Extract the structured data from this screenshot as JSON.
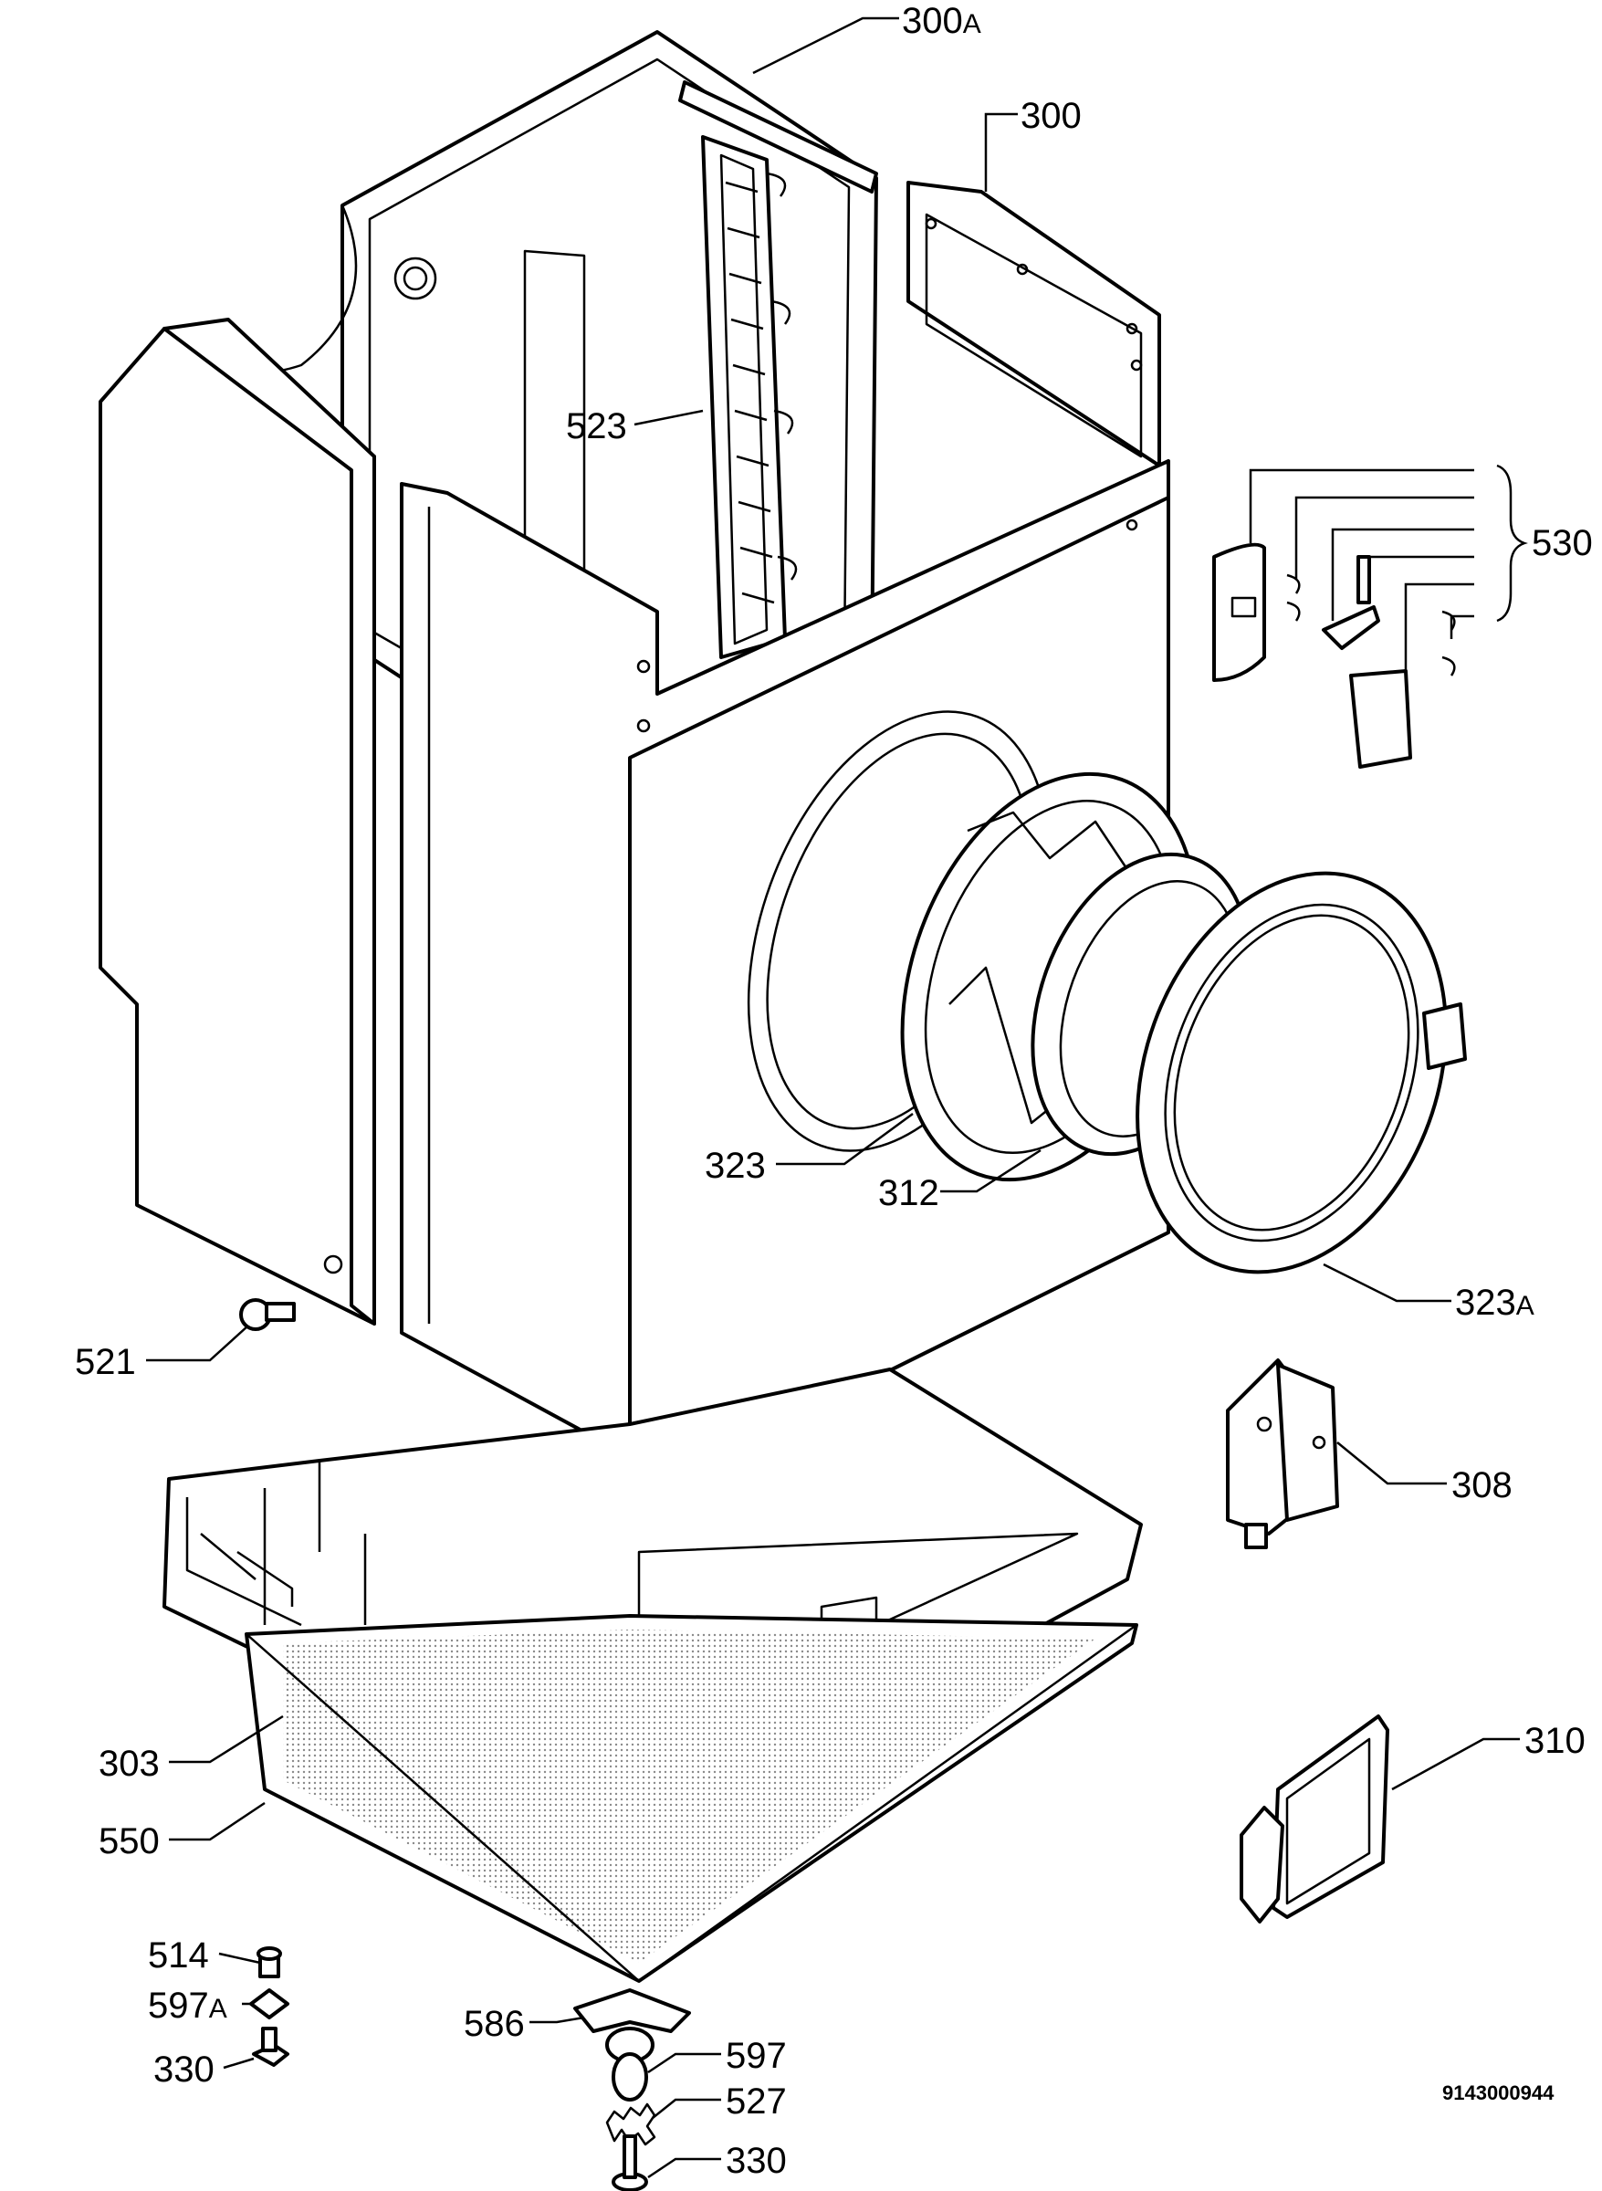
{
  "labels": {
    "l300a": {
      "num": "300",
      "suffix": "A"
    },
    "l300": {
      "num": "300"
    },
    "l523": {
      "num": "523"
    },
    "l530": {
      "num": "530"
    },
    "l323": {
      "num": "323"
    },
    "l312": {
      "num": "312"
    },
    "l323a": {
      "num": "323",
      "suffix": "A"
    },
    "l521": {
      "num": "521"
    },
    "l308": {
      "num": "308"
    },
    "l303": {
      "num": "303"
    },
    "l310": {
      "num": "310"
    },
    "l550": {
      "num": "550"
    },
    "l514": {
      "num": "514"
    },
    "l597a": {
      "num": "597",
      "suffix": "A"
    },
    "l330a": {
      "num": "330"
    },
    "l586": {
      "num": "586"
    },
    "l597": {
      "num": "597"
    },
    "l527": {
      "num": "527"
    },
    "l330b": {
      "num": "330"
    }
  },
  "drawing_code": "9143000944"
}
